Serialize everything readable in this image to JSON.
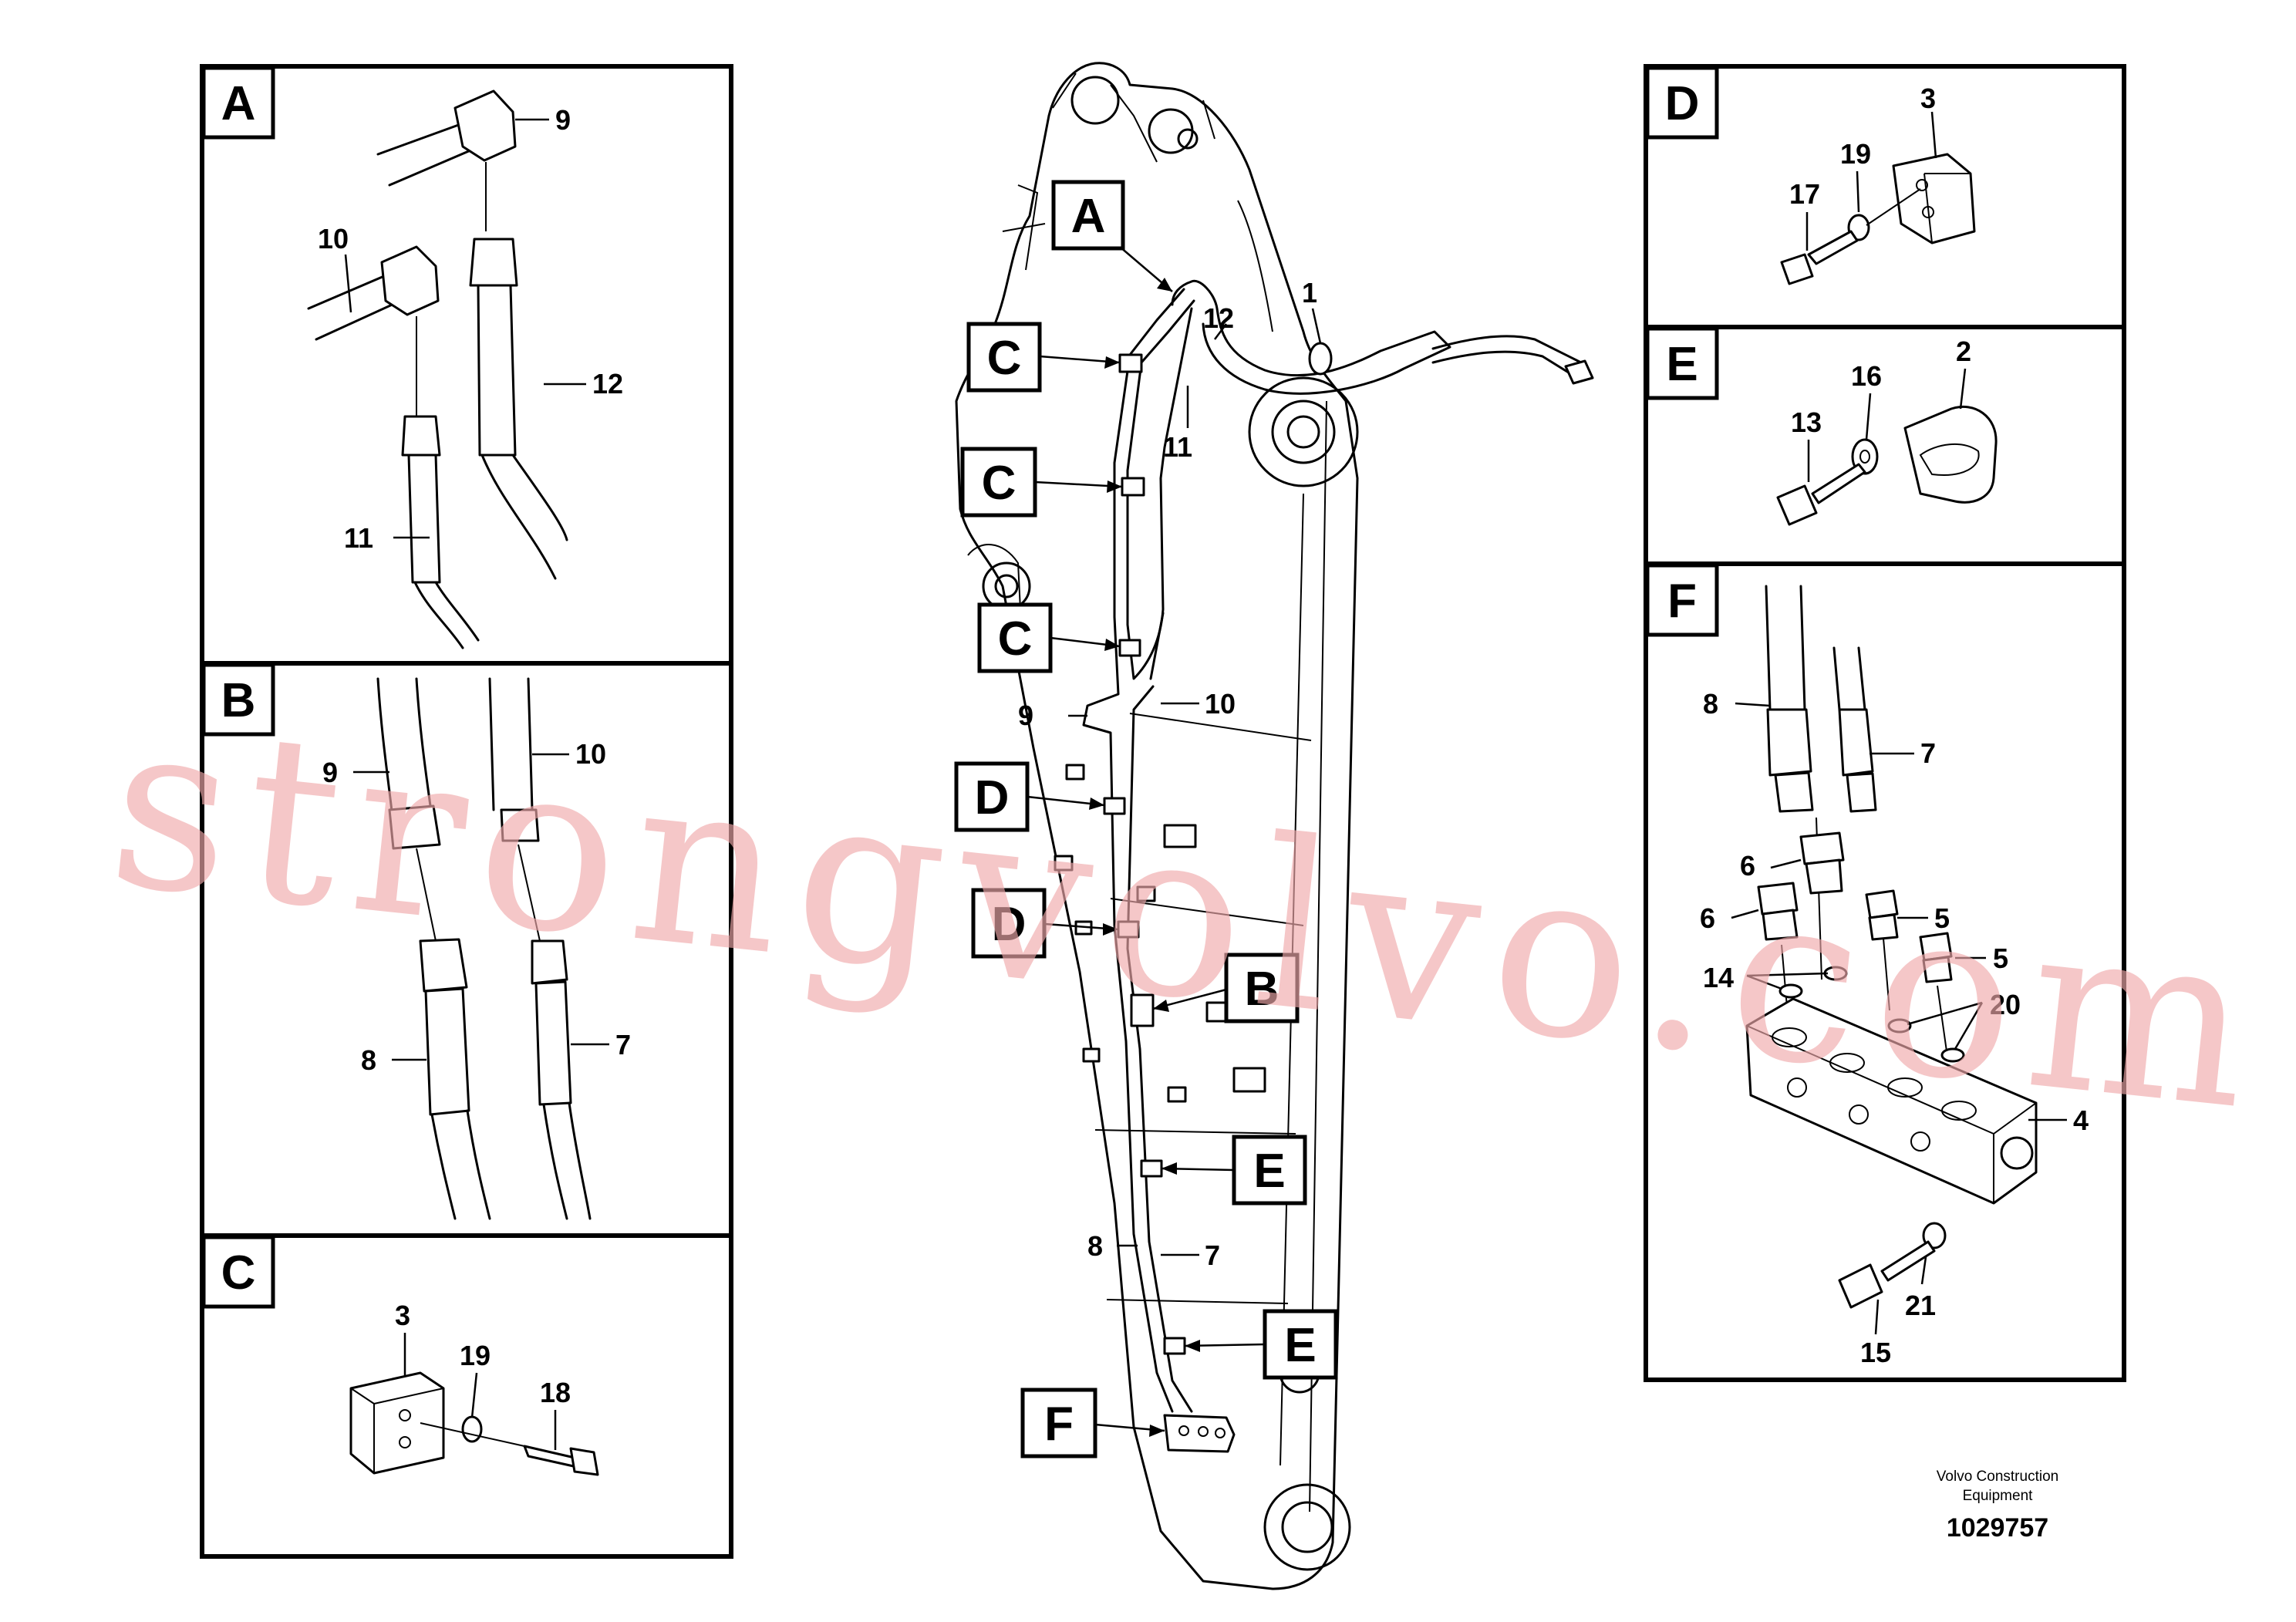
{
  "panels": {
    "A": {
      "label": "A",
      "parts": [
        "9",
        "10",
        "12",
        "11"
      ]
    },
    "B": {
      "label": "B",
      "parts": [
        "9",
        "10",
        "8",
        "7"
      ]
    },
    "C": {
      "label": "C",
      "parts": [
        "3",
        "19",
        "18"
      ]
    },
    "D": {
      "label": "D",
      "parts": [
        "3",
        "19",
        "17"
      ]
    },
    "E": {
      "label": "E",
      "parts": [
        "16",
        "2",
        "13"
      ]
    },
    "F": {
      "label": "F",
      "parts": [
        "8",
        "7",
        "6",
        "6",
        "5",
        "5",
        "14",
        "20",
        "4",
        "21",
        "15"
      ]
    }
  },
  "main": {
    "callouts": [
      "A",
      "C",
      "C",
      "C",
      "D",
      "D",
      "B",
      "E",
      "E",
      "F"
    ],
    "parts": [
      "1",
      "12",
      "11",
      "9",
      "10",
      "8",
      "7"
    ]
  },
  "footer": {
    "company_line1": "Volvo Construction",
    "company_line2": "Equipment",
    "drawing_number": "1029757"
  },
  "watermark": "strongvolvo.com",
  "colors": {
    "line": "#000000",
    "watermark": "#f0a9ab"
  }
}
